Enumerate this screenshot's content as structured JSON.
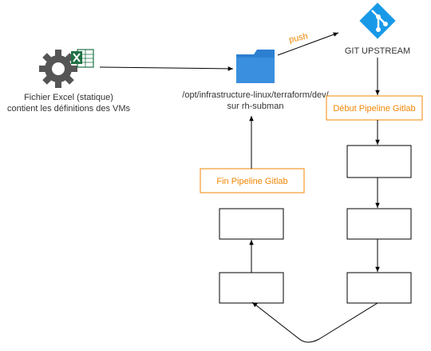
{
  "excel": {
    "line1": "Fichier Excel (statique)",
    "line2": "contient les définitions des VMs"
  },
  "folder": {
    "line1": "/opt/infrastructure-linux/terraform/dev/",
    "line2": "sur rh-subman"
  },
  "edge_push_label": "push",
  "git": {
    "label": "GIT UPSTREAM"
  },
  "pipeline_start": "Début Pipeline Gitlab",
  "pipeline_end": "Fin Pipeline Gitlab",
  "colors": {
    "gear": "#555555",
    "excel_green": "#1e7145",
    "folder_blue": "#2d7fd1",
    "git_blue": "#1899e8",
    "accent_orange": "#f08705",
    "border_orange": "#f08705",
    "stroke": "#000000"
  },
  "icons": [
    "gear-icon",
    "excel-icon",
    "folder-icon",
    "git-icon"
  ]
}
